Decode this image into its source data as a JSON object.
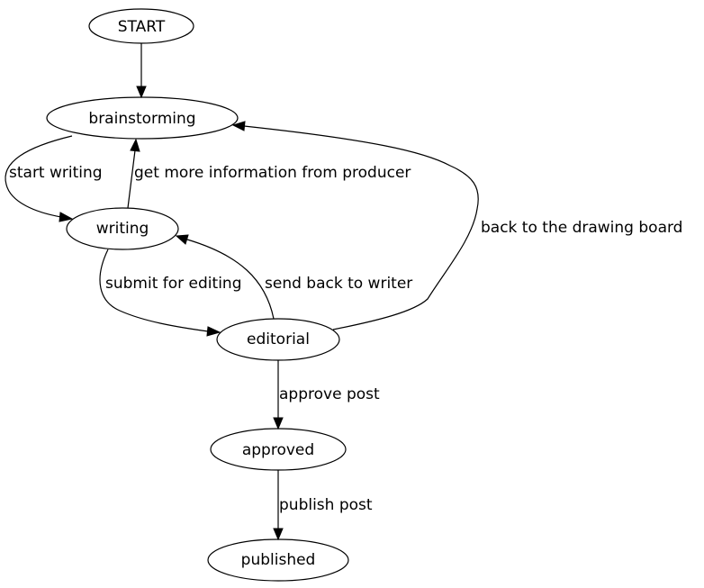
{
  "diagram": {
    "nodes": {
      "start": "START",
      "brainstorming": "brainstorming",
      "writing": "writing",
      "editorial": "editorial",
      "approved": "approved",
      "published": "published"
    },
    "edges": {
      "start_writing": "start writing",
      "get_more_info": "get more information from producer",
      "submit_for_editing": "submit for editing",
      "send_back_to_writer": "send back to writer",
      "back_to_drawing_board": "back to the drawing board",
      "approve_post": "approve post",
      "publish_post": "publish post"
    }
  }
}
